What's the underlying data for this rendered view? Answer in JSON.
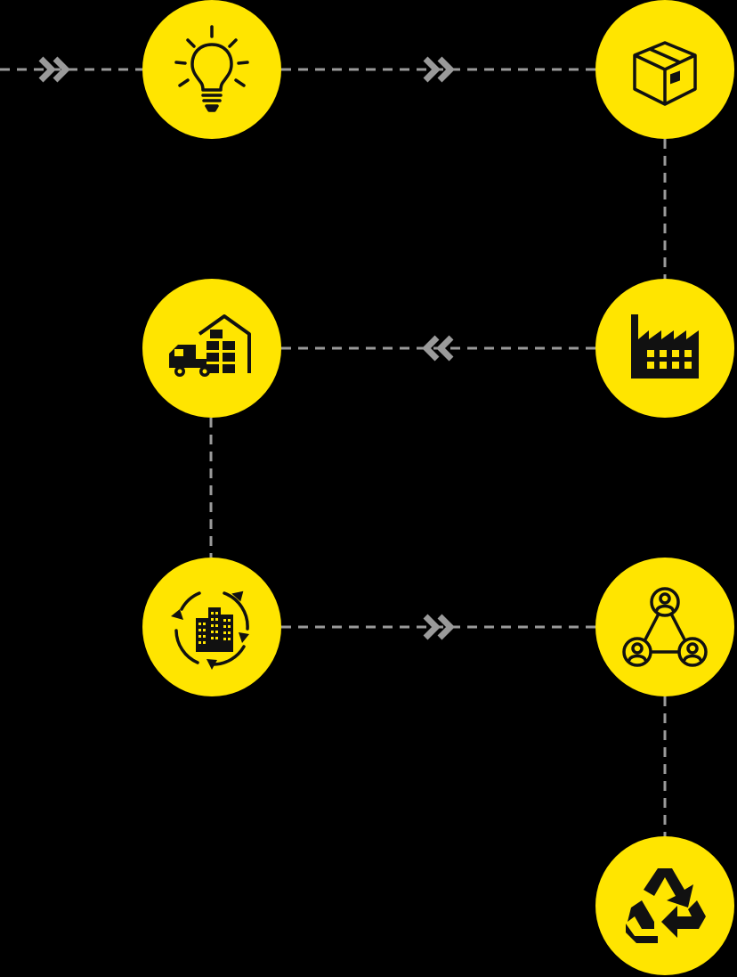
{
  "diagram": {
    "theme": {
      "background": "#000000",
      "node_fill": "#FFE500",
      "icon_color": "#111111",
      "connector_color": "#9A9A9A"
    },
    "nodes": [
      {
        "id": "idea",
        "icon": "lightbulb-icon"
      },
      {
        "id": "product",
        "icon": "package-box-icon"
      },
      {
        "id": "manufacturing",
        "icon": "factory-icon"
      },
      {
        "id": "distribution",
        "icon": "delivery-truck-warehouse-icon"
      },
      {
        "id": "urban-cycle",
        "icon": "city-cycle-icon"
      },
      {
        "id": "community",
        "icon": "user-network-icon"
      },
      {
        "id": "recycling",
        "icon": "recycle-icon"
      }
    ],
    "connectors": [
      {
        "from": "start",
        "to": "idea",
        "arrow": "right"
      },
      {
        "from": "idea",
        "to": "product",
        "arrow": "right"
      },
      {
        "from": "product",
        "to": "manufacturing",
        "arrow": "none"
      },
      {
        "from": "manufacturing",
        "to": "distribution",
        "arrow": "left"
      },
      {
        "from": "distribution",
        "to": "urban-cycle",
        "arrow": "none"
      },
      {
        "from": "urban-cycle",
        "to": "community",
        "arrow": "right"
      },
      {
        "from": "community",
        "to": "recycling",
        "arrow": "none"
      }
    ]
  }
}
